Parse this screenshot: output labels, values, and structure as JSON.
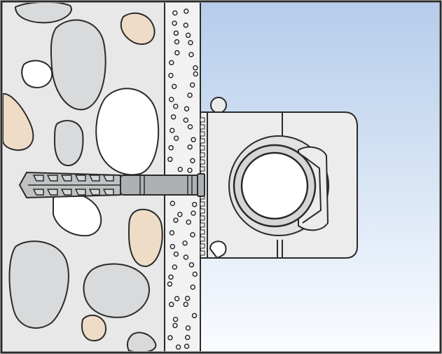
{
  "diagram": {
    "kind": "illustration",
    "colors": {
      "outline": "#2a2a2a",
      "concrete": "#e7e8e7",
      "aggregate_gray": "#d9dadb",
      "aggregate_tan": "#efdcc6",
      "aggregate_white": "#ffffff",
      "plaster": "#f2f2f2",
      "sky_top": "#b5cdeb",
      "sky_bottom": "#fafcff",
      "clip": "#ececec",
      "dowel": "#bfc1c3",
      "screw": "#aeb1b4"
    },
    "parts": [
      {
        "name": "concrete-wall",
        "label": ""
      },
      {
        "name": "plaster-layer",
        "label": ""
      },
      {
        "name": "wall-plug",
        "label": ""
      },
      {
        "name": "screw",
        "label": ""
      },
      {
        "name": "pipe-clip",
        "label": ""
      },
      {
        "name": "pipe",
        "label": ""
      }
    ]
  }
}
